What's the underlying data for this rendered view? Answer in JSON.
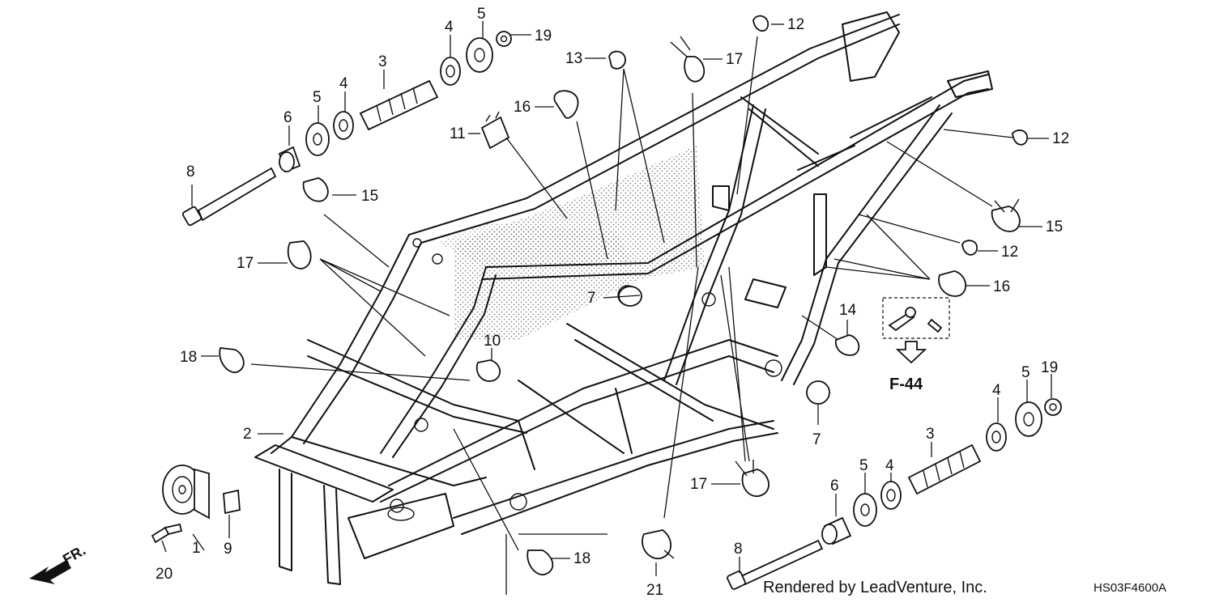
{
  "diagram": {
    "ref_code": "F-44",
    "footer_credit": "Rendered by LeadVenture, Inc.",
    "drawing_id": "HS03F4600A",
    "direction_label": "FR.",
    "callouts": [
      "1",
      "2",
      "3",
      "3",
      "4",
      "4",
      "4",
      "4",
      "5",
      "5",
      "5",
      "5",
      "6",
      "6",
      "7",
      "7",
      "8",
      "8",
      "9",
      "10",
      "11",
      "12",
      "12",
      "12",
      "13",
      "14",
      "15",
      "15",
      "16",
      "16",
      "17",
      "17",
      "17",
      "18",
      "18",
      "19",
      "19",
      "20",
      "21"
    ]
  }
}
